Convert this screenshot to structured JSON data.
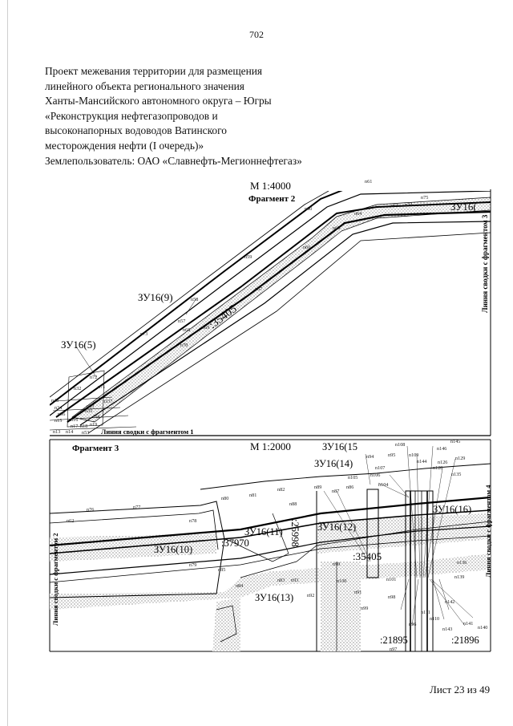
{
  "page": {
    "number": "702",
    "heading_lines": [
      "Проект межевания территории для размещения",
      "линейного объекта регионального значения",
      "Ханты-Мансийского автономного округа – Югры",
      "«Реконструкция нефтегазопроводов и",
      "высоконапорных водоводов Ватинского",
      "месторождения нефти (I очередь)»",
      "Землепользователь: ОАО «Славнефть-Мегионнефтегаз»"
    ],
    "sheet": "Лист 23 из 49"
  },
  "fragment2": {
    "scale": "М 1:4000",
    "title": "Фрагмент 2",
    "right_side_label": "Линия сводки с фрагментом 3",
    "bottom_label": "Линия сводки с фрагментом 1",
    "parcels": [
      "ЗУ16(9)",
      "ЗУ16(5)",
      "ЗУ16("
    ],
    "cadastral": ":35405",
    "points": [
      "n61",
      "n75",
      "n74",
      "n63",
      "n64",
      "n60",
      "n65",
      "n66",
      "n59",
      "n67",
      "n58",
      "n57",
      "n68",
      "n69",
      "n73",
      "n70",
      "n72",
      "n71",
      "n32",
      "n43",
      "n34",
      "n33",
      "n337",
      "n35",
      "n36",
      "n4",
      "n15",
      "n16",
      "n17",
      "n18",
      "n19",
      "n13",
      "n14",
      "n53"
    ]
  },
  "fragment3": {
    "scale": "М 1:2000",
    "title": "Фрагмент 3",
    "left_side_label": "Линия сводки с фрагментом 2",
    "right_side_label": "Линия сводки с фрагментом 4",
    "parcels": [
      "ЗУ16(15",
      "ЗУ16(14)",
      "ЗУ16(16)",
      "ЗУ16(11)",
      "ЗУ16(12)",
      "ЗУ16(10)",
      "ЗУ16(13)"
    ],
    "cadastral": [
      ":37970",
      ":25998",
      ":35405",
      ":21895",
      ":21896"
    ],
    "points": [
      "n108",
      "n145",
      "n94",
      "n95",
      "n109",
      "n146",
      "n107",
      "n144",
      "n126",
      "n129",
      "n105",
      "n106",
      "n104",
      "n128",
      "n135",
      "n89",
      "n87",
      "n86",
      "n82",
      "n81",
      "n80",
      "n88",
      "n76",
      "n77",
      "n62",
      "n78",
      "n85",
      "n79",
      "n83",
      "n84",
      "n93",
      "n92",
      "n90",
      "n100",
      "n101",
      "n91",
      "n98",
      "n99",
      "n96",
      "n97",
      "n136",
      "n139",
      "n142",
      "n111",
      "n110",
      "n143",
      "n141",
      "n140"
    ]
  }
}
